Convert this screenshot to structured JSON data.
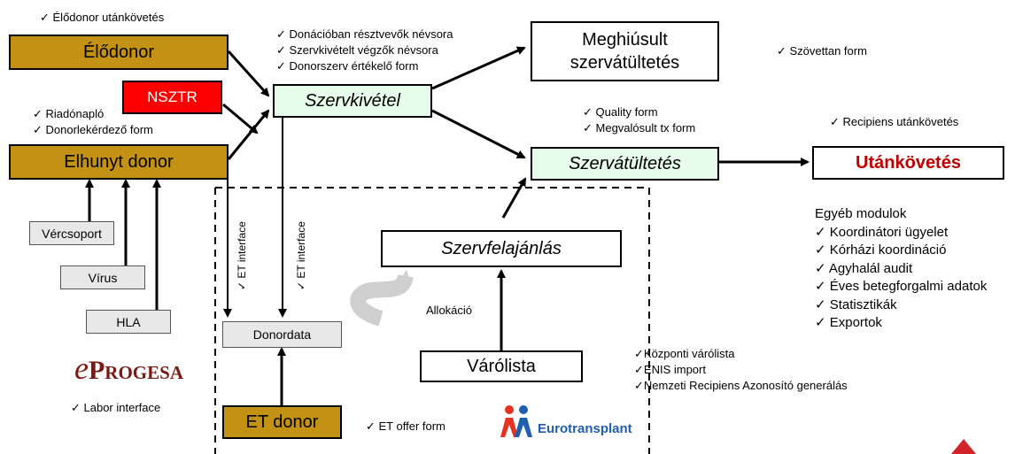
{
  "boxes": {
    "elodonor": "Élődonor",
    "nsztr": "NSZTR",
    "elhunyt": "Elhunyt donor",
    "szervkivetel": "Szervkivétel",
    "meghiusult_1": "Meghiúsult",
    "meghiusult_2": "szervátültetés",
    "szervatultetes": "Szervátültetés",
    "utankovetes": "Utánkövetés",
    "szervfelajanlas": "Szervfelajánlás",
    "varolista": "Várólista",
    "donordata": "Donordata",
    "et_donor": "ET donor",
    "vercsoport": "Vércsoport",
    "virus": "Vírus",
    "hla": "HLA"
  },
  "notes": {
    "elodonor_follow": "✓ Élődonor utánkövetés",
    "riado": [
      "✓ Riadónapló",
      "✓ Donorlekérdező form"
    ],
    "kivetel": [
      "✓ Donációban résztvevők névsora",
      "✓ Szervkivételt végzők névsora",
      "✓ Donorszerv értékelő form"
    ],
    "szovettan": "✓ Szövettan form",
    "quality": [
      "✓ Quality form",
      "✓ Megvalósult tx form"
    ],
    "recipiens": "✓ Recipiens utánkövetés",
    "egyeb_title": "Egyéb modulok",
    "egyeb_items": [
      "✓ Koordinátori ügyelet",
      "✓ Kórházi koordináció",
      "✓ Agyhalál audit",
      "✓ Éves betegforgalmi adatok",
      "✓ Statisztikák",
      "✓ Exportok"
    ],
    "kozponti": [
      "✓Központi várólista",
      "✓ENIS import",
      "✓Nemzeti Recipiens Azonosító generálás"
    ],
    "et_offer": "✓ ET offer form",
    "labor": "✓ Labor interface",
    "allokacio": "Allokáció",
    "et_interface_1": "✓ ET interface",
    "et_interface_2": "✓ ET interface"
  },
  "logos": {
    "eprogesa_e": "e",
    "eprogesa_rest": "Progesa",
    "eurotransplant": "Eurotransplant"
  },
  "colors": {
    "gold": "#c39214",
    "red_box": "#ff0000",
    "mint": "#e6fbe9",
    "utankovetes_text": "#c00000",
    "eurotransplant_blue": "#1f5fae"
  }
}
